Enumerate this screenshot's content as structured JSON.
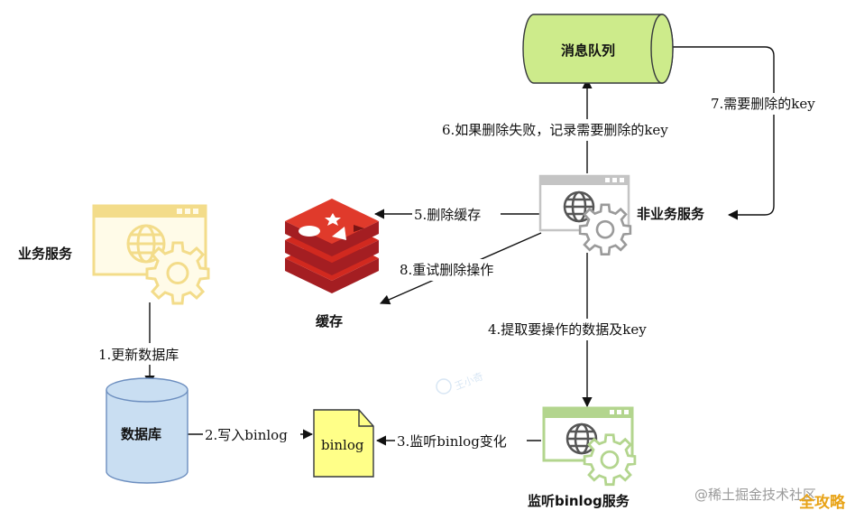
{
  "nodes": {
    "business_service": "业务服务",
    "database": "数据库",
    "binlog_file": "binlog",
    "cache": "缓存",
    "message_queue": "消息队列",
    "non_business_service": "非业务服务",
    "binlog_listener": "监听binlog服务"
  },
  "edges": {
    "e1": "1.更新数据库",
    "e2": "2.写入binlog",
    "e3": "3.监听binlog变化",
    "e4": "4.提取要操作的数据及key",
    "e5": "5.删除缓存",
    "e6": "6.如果删除失败，记录需要删除的key",
    "e7": "7.需要删除的key",
    "e8": "8.重试删除操作"
  },
  "watermark": {
    "text": "@稀土掘金技术社区",
    "brand": "全攻略"
  },
  "colors": {
    "service_yellow": "#f3dc8a",
    "service_green": "#b3d58e",
    "service_gray": "#c4c4c4",
    "database_blue": "#c9def2",
    "binlog_yellow": "#ffff88",
    "queue_green": "#cdeb8b",
    "redis_red": "#d1291f"
  }
}
